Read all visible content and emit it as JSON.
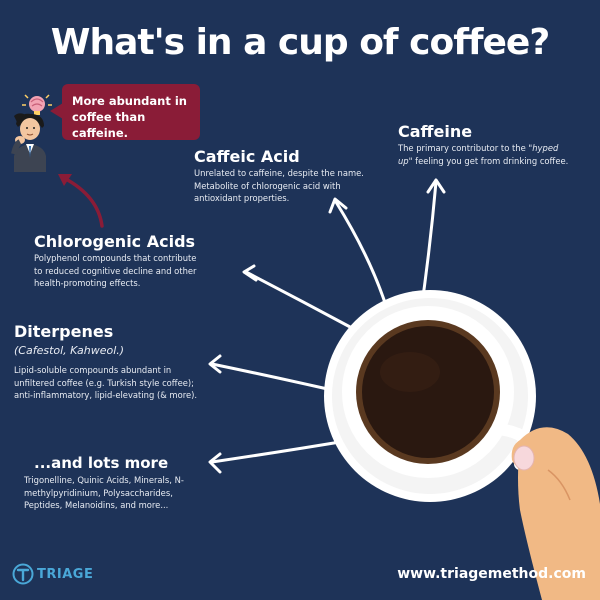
{
  "title": "What's in a cup of coffee?",
  "bubble": {
    "text_line1": "More abundant in",
    "text_line2": "coffee than caffeine."
  },
  "caffeine": {
    "heading": "Caffeine",
    "desc_line1_a": "The primary contributor to the ",
    "desc_line1_b": "\"hyped",
    "desc_line2_a": "up\"",
    "desc_line2_b": " feeling  you get from drinking coffee."
  },
  "caffeic_acid": {
    "heading": "Caffeic Acid",
    "desc_lines": [
      "Unrelated to caffeine, despite the name.",
      "Metabolite of chlorogenic acid with",
      "antioxidant properties."
    ]
  },
  "chlorogenic_acids": {
    "heading": "Chlorogenic Acids",
    "desc_lines": [
      "Polyphenol compounds that contribute",
      "to reduced cognitive decline and other",
      "health-promoting effects."
    ]
  },
  "diterpenes": {
    "heading": "Diterpenes",
    "subheading": "(Cafestol, Kahweol.)",
    "desc_lines": [
      "Lipid-soluble compounds abundant in",
      "unfiltered coffee (e.g. Turkish style coffee);",
      "anti-inflammatory, lipid-elevating (& more)."
    ]
  },
  "more": {
    "heading": "...and lots more",
    "desc_lines": [
      "Trigonelline, Quinic Acids, Minerals, N-",
      "methylpyridinium, Polysaccharides,",
      "Peptides, Melanoidins, and more..."
    ]
  },
  "footer": {
    "url": "www.triagemethod.com",
    "logo_text": "TRIAGE"
  },
  "colors": {
    "background": "#1e3358",
    "accent": "#8a1c37",
    "logo": "#4aa8d8"
  },
  "icons": [
    "thinking-man-icon",
    "brain-lightbulb-icon",
    "coffee-cup-icon",
    "hand-icon",
    "arrow-icon",
    "triage-logo-icon"
  ]
}
